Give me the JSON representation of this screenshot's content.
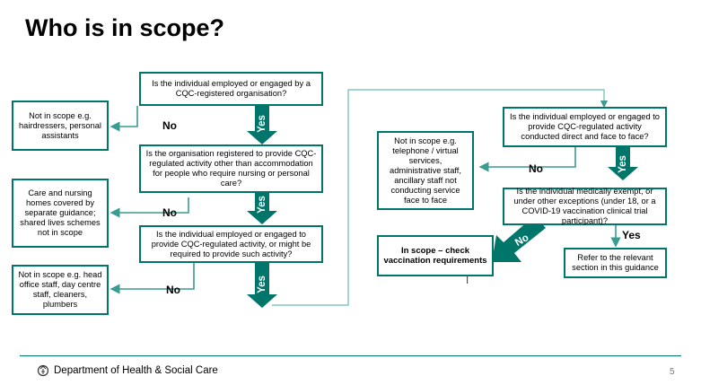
{
  "page": {
    "title": "Who is in scope?",
    "footer": {
      "department": "Department of Health & Social Care",
      "page_number": "5"
    }
  },
  "flowchart": {
    "left": {
      "q1": "Is the individual employed or engaged by a CQC-registered organisation?",
      "q2": "Is the organisation registered to provide CQC-regulated activity other than accommodation for people who require nursing or personal care?",
      "q3": "Is the individual employed or engaged to provide CQC-regulated activity, or might be required to provide such activity?",
      "out1": "Not in scope e.g. hairdressers, personal assistants",
      "out2": "Care and nursing homes covered by separate guidance; shared lives schemes not in scope",
      "out3": "Not in scope e.g. head office staff, day centre staff, cleaners, plumbers"
    },
    "right": {
      "q4": "Is the individual employed or engaged to provide CQC-regulated activity conducted direct and face to face?",
      "q5": "Is the individual medically exempt, or under other exceptions (under 18, or a COVID-19 vaccination clinical trial participant)?",
      "out4": "Not in scope e.g. telephone / virtual services, administrative staff, ancillary staff not conducting service face to face",
      "in_scope": "In scope – check vaccination requirements",
      "refer": "Refer to the relevant section in this guidance"
    },
    "labels": {
      "yes": "Yes",
      "no": "No"
    }
  },
  "colors": {
    "teal": "#00756a",
    "arrow_light": "#6cbab2"
  }
}
